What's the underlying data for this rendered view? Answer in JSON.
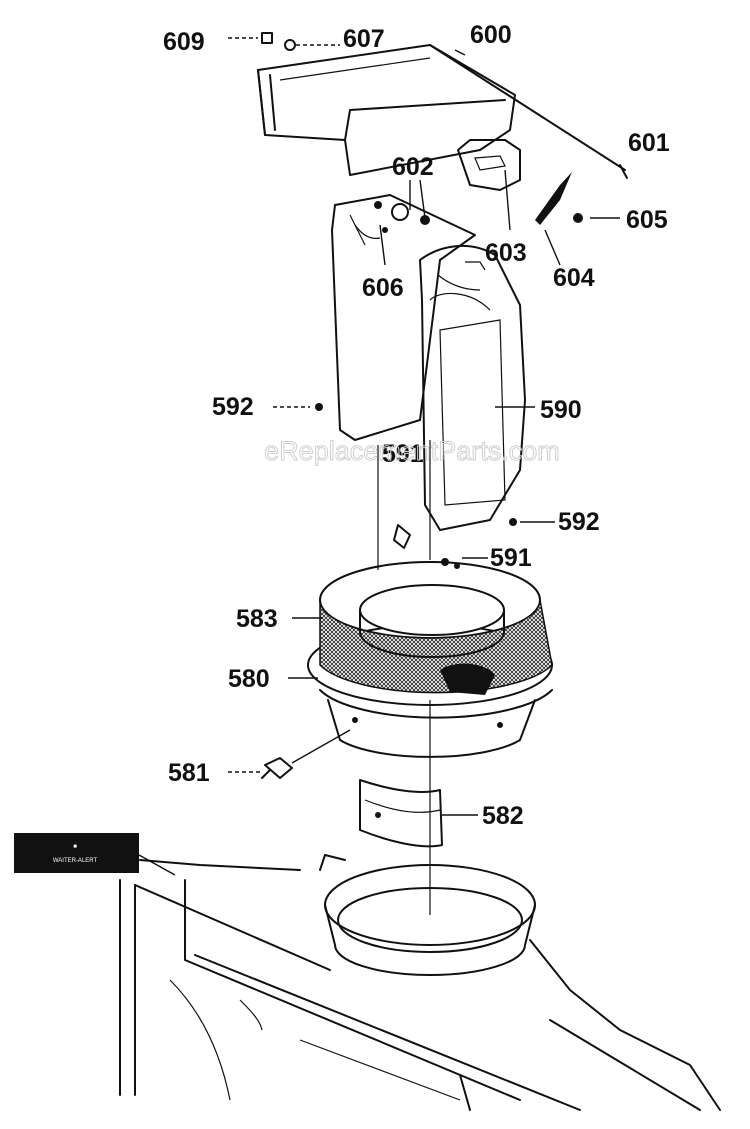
{
  "watermark": "eReplacementParts.com",
  "tag": {
    "line1": "■",
    "line2": "WAITER-ALERT"
  },
  "callouts": {
    "p609": "609",
    "p607": "607",
    "p600": "600",
    "p601": "601",
    "p602": "602",
    "p605": "605",
    "p603": "603",
    "p604": "604",
    "p606": "606",
    "p592a": "592",
    "p590": "590",
    "p591": "591",
    "p592b": "592",
    "p591b": "591",
    "p583": "583",
    "p580": "580",
    "p581": "581",
    "p582": "582"
  },
  "colors": {
    "ink": "#111111",
    "background": "#ffffff",
    "watermark": "#cfcfcf"
  }
}
